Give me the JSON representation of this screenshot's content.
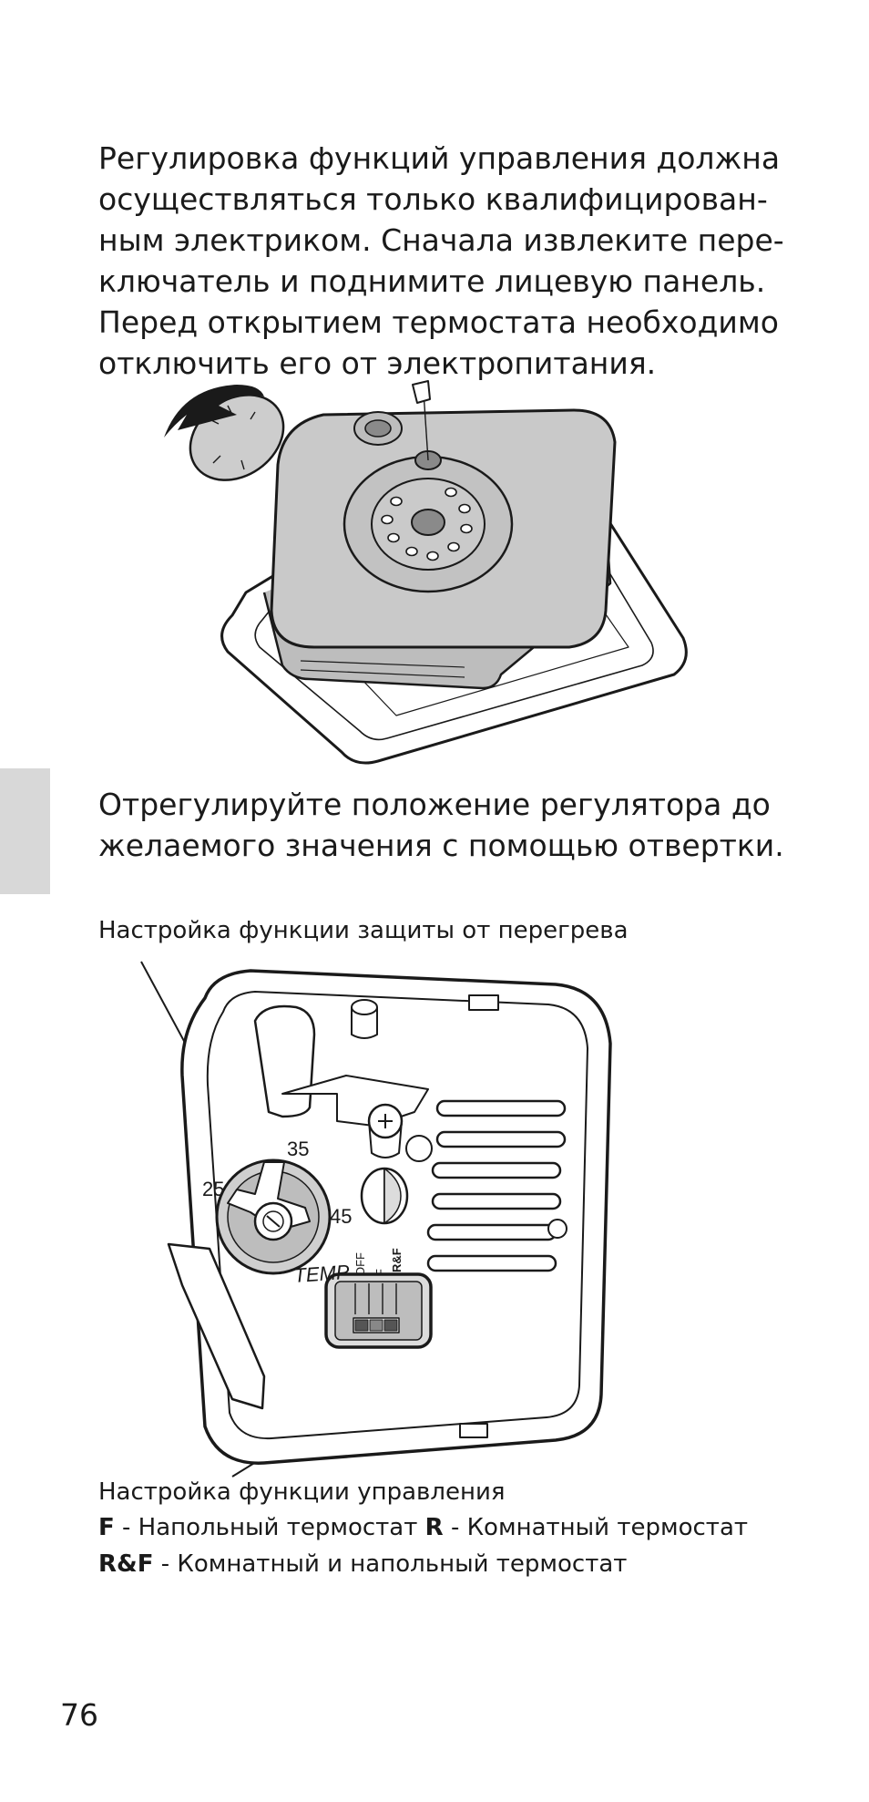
{
  "paragraph1": {
    "lines": [
      "Регулировка функций управления должна",
      "осуществляться только квалифицирован-",
      "ным электриком. Сначала извлеките пере-",
      "ключатель и поднимите лицевую панель.",
      "Перед открытием термостата необходимо",
      "отключить его от электропитания."
    ]
  },
  "paragraph2": {
    "lines": [
      "Отрегулируйте положение регулятора до",
      "желаемого значения с помощью отвертки."
    ]
  },
  "caption_overheat": "Настройка функции защиты от перегрева",
  "caption_control": "Настройка функции управления",
  "legend": {
    "f_key": "F",
    "f_text": " - Напольный термостат ",
    "r_key": "R",
    "r_text": " - Комнатный термостат",
    "rf_key": "R&F",
    "rf_text": " - Комнатный и напольный термостат"
  },
  "dial_labels": {
    "t25": "25",
    "t35": "35",
    "t45": "45",
    "temp": "TEMP",
    "off": "OFF",
    "f": "F",
    "rf": "R&F"
  },
  "page_number": "76"
}
